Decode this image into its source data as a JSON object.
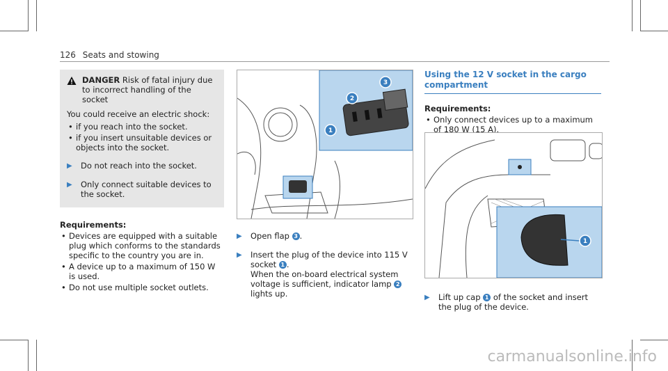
{
  "header": {
    "page_number": "126",
    "section": "Seats and stowing"
  },
  "danger": {
    "label": "DANGER",
    "headline": "Risk of fatal injury due to incorrect handling of the socket",
    "intro": "You could receive an electric shock:",
    "bullets": [
      "if you reach into the socket.",
      "if you insert unsuitable devices or objects into the socket."
    ],
    "steps": [
      "Do not reach into the socket.",
      "Only connect suitable devices to the socket."
    ]
  },
  "requirements_left": {
    "title": "Requirements:",
    "items": [
      "Devices are equipped with a suitable plug which conforms to the standards specific to the country you are in.",
      "A device up to a maximum of 150 W is used.",
      "Do not use multiple socket outlets."
    ]
  },
  "middle": {
    "step1_text": "Open flap",
    "step1_ref": "3",
    "step2_text_a": "Insert the plug of the device into 115 V socket",
    "step2_ref1": "1",
    "step2_text_b": "When the on-board electrical system voltage is sufficient, indicator lamp",
    "step2_ref2": "2",
    "step2_text_c": "lights up.",
    "callouts": [
      "1",
      "2",
      "3"
    ]
  },
  "right": {
    "title": "Using the 12 V socket in the cargo compartment",
    "req_title": "Requirements:",
    "req_item": "Only connect devices up to a maximum of 180 W (15 A).",
    "step_text_a": "Lift up cap",
    "step_ref": "1",
    "step_text_b": "of the socket and insert the plug of the device.",
    "callout": "1"
  },
  "watermark": "carmanualsonline.info",
  "colors": {
    "accent": "#3a7fbf",
    "highlight": "#b9d6ee",
    "danger_bg": "#e6e6e6"
  }
}
